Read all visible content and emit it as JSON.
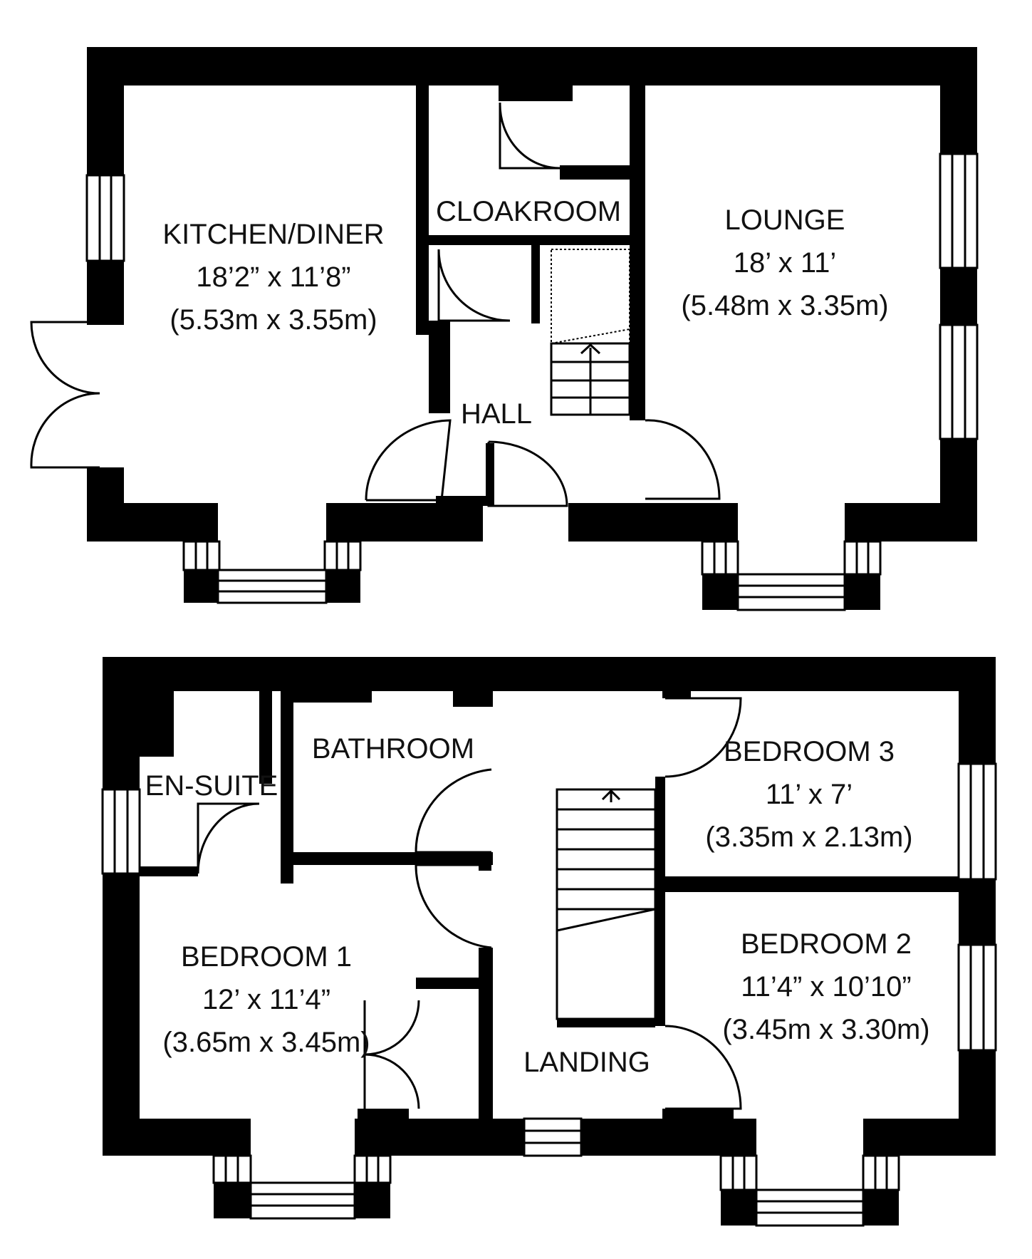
{
  "ground_floor": {
    "kitchen": {
      "name": "KITCHEN/DINER",
      "imperial": "18’2” x 11’8”",
      "metric": "(5.53m x 3.55m)"
    },
    "cloakroom": {
      "name": "CLOAKROOM"
    },
    "lounge": {
      "name": "LOUNGE",
      "imperial": "18’ x 11’",
      "metric": "(5.48m x 3.35m)"
    },
    "hall": {
      "name": "HALL"
    }
  },
  "first_floor": {
    "bathroom": {
      "name": "BATHROOM"
    },
    "ensuite": {
      "name": "EN-SUITE"
    },
    "bedroom3": {
      "name": "BEDROOM 3",
      "imperial": "11’ x 7’",
      "metric": "(3.35m x 2.13m)"
    },
    "bedroom1": {
      "name": "BEDROOM 1",
      "imperial": "12’ x 11’4”",
      "metric": "(3.65m x 3.45m)"
    },
    "bedroom2": {
      "name": "BEDROOM 2",
      "imperial": "11’4” x 10’10”",
      "metric": "(3.45m x 3.30m)"
    },
    "landing": {
      "name": "LANDING"
    }
  }
}
